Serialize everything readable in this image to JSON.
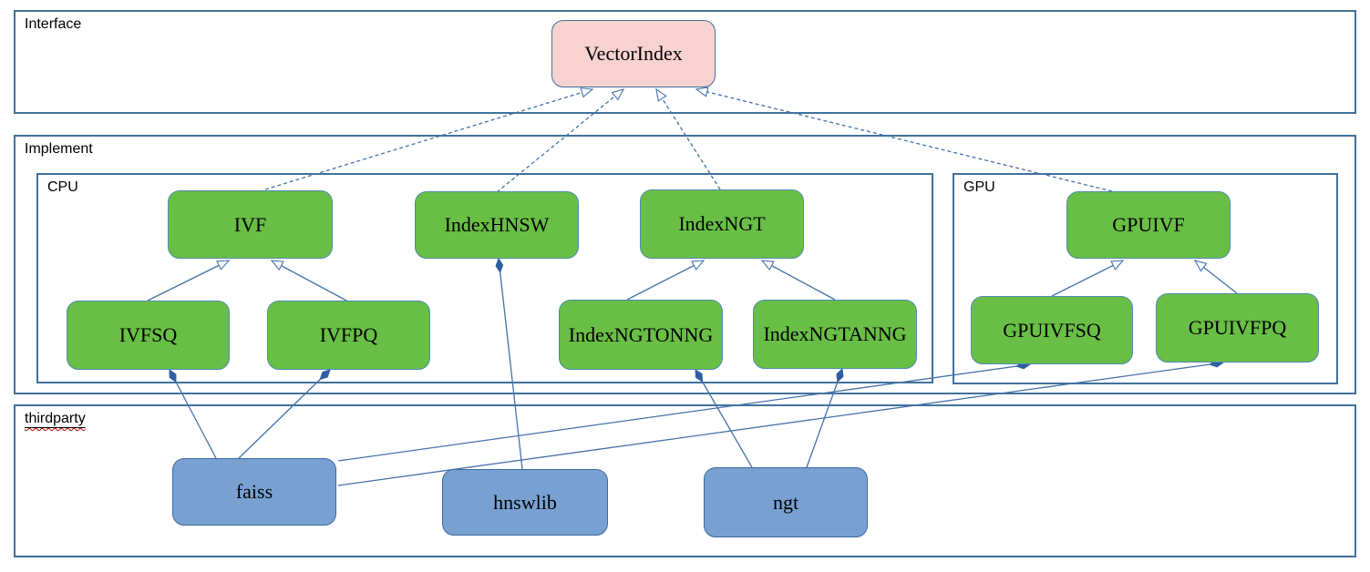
{
  "containers": {
    "interface": {
      "label": "Interface"
    },
    "implement": {
      "label": "Implement"
    },
    "cpu": {
      "label": "CPU"
    },
    "gpu": {
      "label": "GPU"
    },
    "thirdparty": {
      "label": "thirdparty"
    }
  },
  "nodes": {
    "vectorindex": {
      "label": "VectorIndex",
      "kind": "interface"
    },
    "ivf": {
      "label": "IVF",
      "kind": "cpu-class"
    },
    "indexhnsw": {
      "label": "IndexHNSW",
      "kind": "cpu-class"
    },
    "indexngt": {
      "label": "IndexNGT",
      "kind": "cpu-class"
    },
    "gpuivf": {
      "label": "GPUIVF",
      "kind": "gpu-class"
    },
    "ivfsq": {
      "label": "IVFSQ",
      "kind": "cpu-class"
    },
    "ivfpq": {
      "label": "IVFPQ",
      "kind": "cpu-class"
    },
    "indexngtonng": {
      "label": "IndexNGTONNG",
      "kind": "cpu-class"
    },
    "indexngtanng": {
      "label": "IndexNGTANNG",
      "kind": "cpu-class"
    },
    "gpuivfsq": {
      "label": "GPUIVFSQ",
      "kind": "gpu-class"
    },
    "gpuivfpq": {
      "label": "GPUIVFPQ",
      "kind": "gpu-class"
    },
    "faiss": {
      "label": "faiss",
      "kind": "thirdparty-lib"
    },
    "hnswlib": {
      "label": "hnswlib",
      "kind": "thirdparty-lib"
    },
    "ngt": {
      "label": "ngt",
      "kind": "thirdparty-lib"
    }
  },
  "edges": {
    "realizes": [
      {
        "from": "IVF",
        "to": "VectorIndex",
        "style": "dashed-hollow-arrow"
      },
      {
        "from": "IndexHNSW",
        "to": "VectorIndex",
        "style": "dashed-hollow-arrow"
      },
      {
        "from": "IndexNGT",
        "to": "VectorIndex",
        "style": "dashed-hollow-arrow"
      },
      {
        "from": "GPUIVF",
        "to": "VectorIndex",
        "style": "dashed-hollow-arrow"
      }
    ],
    "inherits": [
      {
        "child": "IVFSQ",
        "parent": "IVF",
        "style": "solid-hollow-arrow"
      },
      {
        "child": "IVFPQ",
        "parent": "IVF",
        "style": "solid-hollow-arrow"
      },
      {
        "child": "IndexNGTONNG",
        "parent": "IndexNGT",
        "style": "solid-hollow-arrow"
      },
      {
        "child": "IndexNGTANNG",
        "parent": "IndexNGT",
        "style": "solid-hollow-arrow"
      },
      {
        "child": "GPUIVFSQ",
        "parent": "GPUIVF",
        "style": "solid-hollow-arrow"
      },
      {
        "child": "GPUIVFPQ",
        "parent": "GPUIVF",
        "style": "solid-hollow-arrow"
      }
    ],
    "composes": [
      {
        "owner": "IndexHNSW",
        "component": "hnswlib",
        "style": "filled-diamond-at-owner"
      },
      {
        "owner": "IVFSQ",
        "component": "faiss",
        "style": "filled-diamond-at-owner"
      },
      {
        "owner": "IVFPQ",
        "component": "faiss",
        "style": "filled-diamond-at-owner"
      },
      {
        "owner": "IndexNGTONNG",
        "component": "ngt",
        "style": "filled-diamond-at-owner"
      },
      {
        "owner": "IndexNGTANNG",
        "component": "ngt",
        "style": "filled-diamond-at-owner"
      },
      {
        "owner": "GPUIVFSQ",
        "component": "faiss",
        "style": "filled-diamond-at-owner"
      },
      {
        "owner": "GPUIVFPQ",
        "component": "faiss",
        "style": "filled-diamond-at-owner"
      }
    ]
  },
  "colors": {
    "class_green": "#69be46",
    "lib_blue": "#78a1d2",
    "interface_pink": "#f8d2d1",
    "line_blue": "#4472a8",
    "diamond_blue": "#2e5fa3",
    "frame_blue": "#41719c",
    "spellcheck_red": "#c00000"
  }
}
